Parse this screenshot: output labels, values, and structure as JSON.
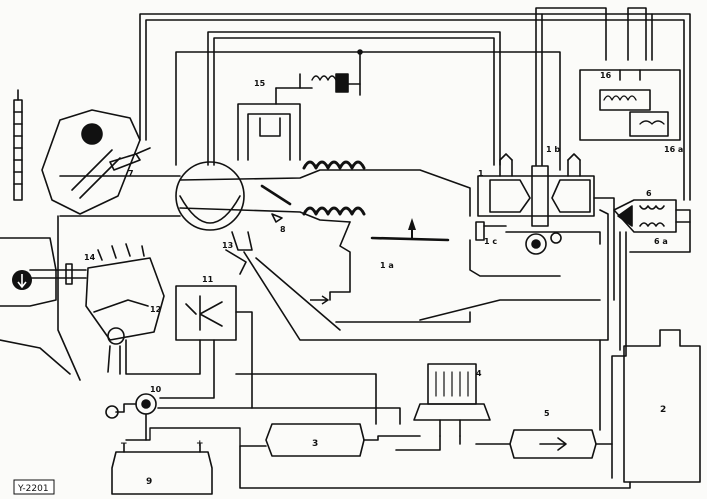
{
  "figure": {
    "reference": "Y-2201"
  },
  "labels": {
    "l1": "1",
    "l1a": "1 a",
    "l1b": "1 b",
    "l1c": "1 c",
    "l2": "2",
    "l3": "3",
    "l4": "4",
    "l5": "5",
    "l6": "6",
    "l6a": "6 a",
    "l7": "7",
    "l8": "8",
    "l9": "9",
    "l10": "10",
    "l11": "11",
    "l12": "12",
    "l13": "13",
    "l14": "14",
    "l15": "15",
    "l16": "16",
    "l16a": "16 a"
  },
  "symbols": {
    "battery_minus": "−",
    "battery_plus": "+"
  },
  "icons": {
    "air_flow_arrow": "arrow-icon",
    "fuel_flow_arrow": "arrow-icon",
    "exhaust_arrow": "arrow-down-icon"
  }
}
